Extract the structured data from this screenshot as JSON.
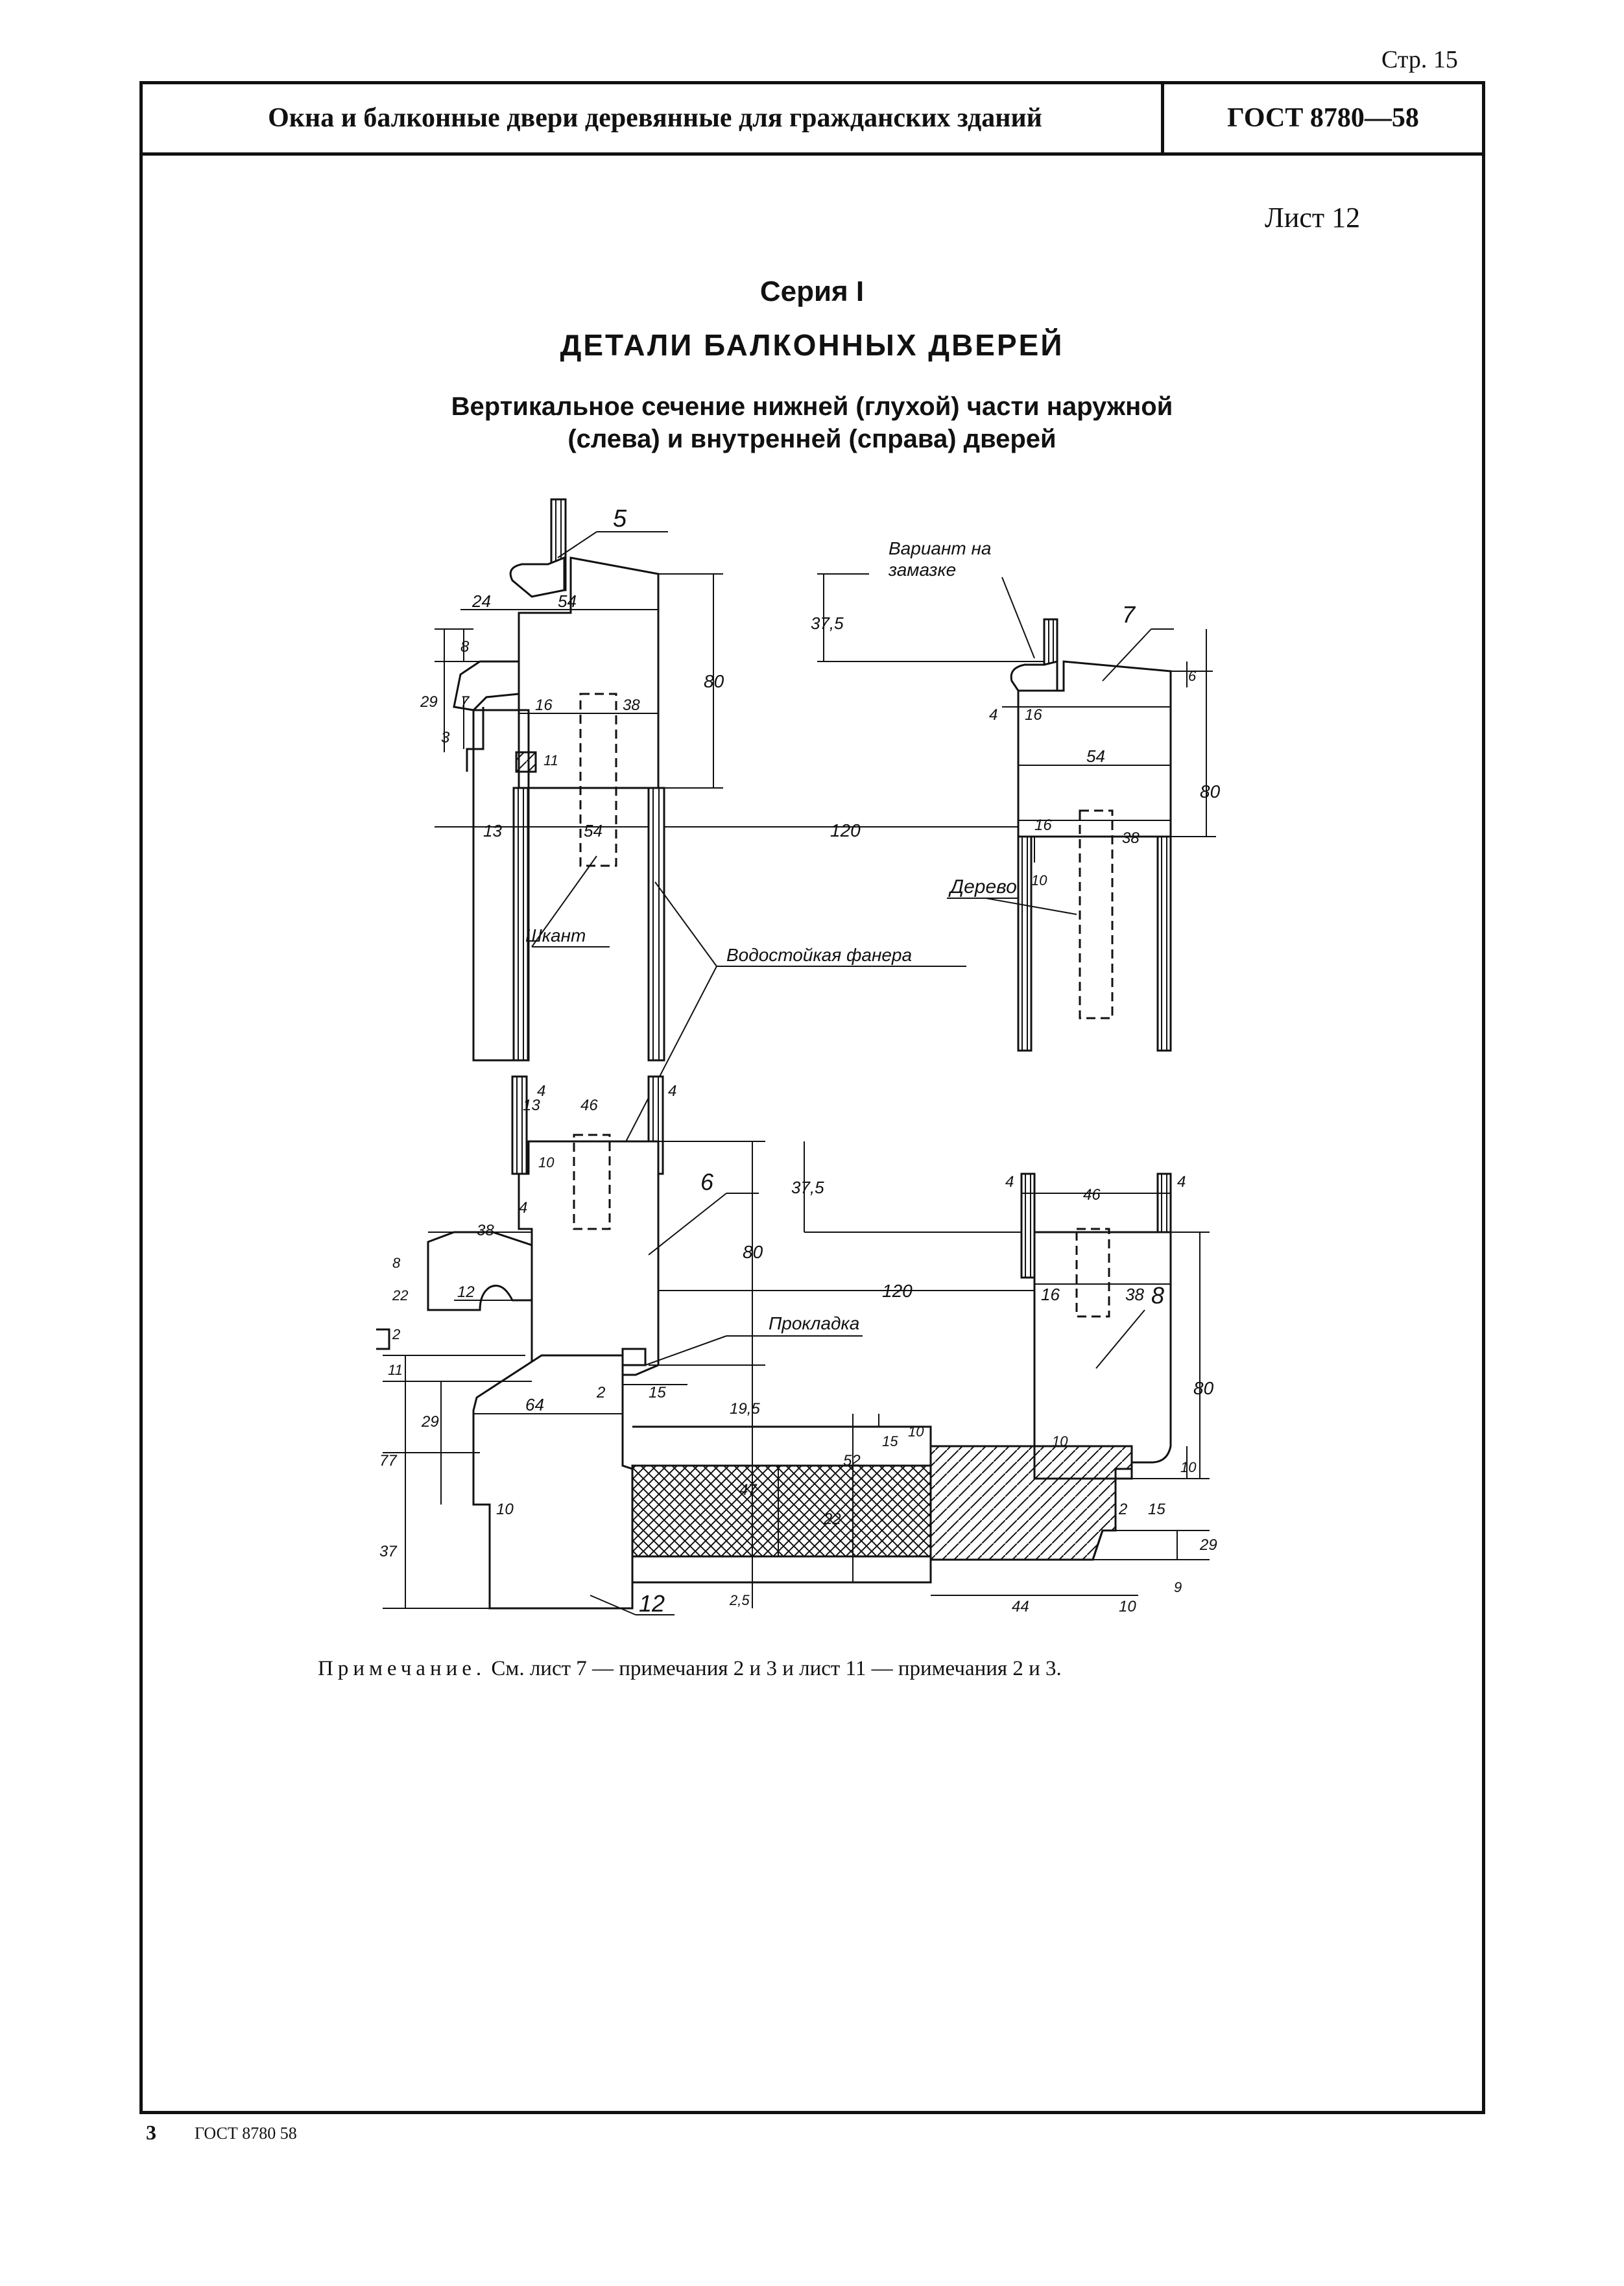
{
  "page_number": "Стр. 15",
  "header": {
    "title": "Окна и балконные двери деревянные для гражданских зданий",
    "code": "ГОСТ 8780—58"
  },
  "sheet": "Лист 12",
  "series": "Серия I",
  "heading": "ДЕТАЛИ БАЛКОННЫХ ДВЕРЕЙ",
  "subtitle": {
    "line1": "Вертикальное сечение нижней (глухой) части наружной",
    "line2": "(слева) и внутренней (справа) дверей"
  },
  "drawing": {
    "labels": {
      "part_5": "5",
      "part_6": "6",
      "part_7": "7",
      "part_8": "8",
      "part_12": "12",
      "variant_line1": "Вариант на",
      "variant_line2": "замазке",
      "dowel": "Шкант",
      "plywood": "Водостойкая фанера",
      "wood": "Дерево",
      "gasket": "Прокладка"
    },
    "dimensions": {
      "d24": "24",
      "d54_top": "54",
      "d8_top": "8",
      "d29_top": "29",
      "d7": "7",
      "d3": "3",
      "d16_top": "16",
      "d38_top": "38",
      "d11_top": "11",
      "d80_top": "80",
      "d13_top": "13",
      "d54_mid": "54",
      "d37_5_top": "37,5",
      "d120_top": "120",
      "d4_right": "4",
      "d16_right": "16",
      "d6_right": "6",
      "d54_right": "54",
      "d80_right": "80",
      "d16_right2": "16",
      "d38_right": "38",
      "d10_right": "10",
      "d13_b": "13",
      "d4_b1": "4",
      "d46_b": "46",
      "d4_b2": "4",
      "d10_b": "10",
      "d4_b3": "4",
      "d38_b": "38",
      "d8_b": "8",
      "d12_b": "12",
      "d22_b": "22",
      "d2_b": "2",
      "d11_b": "11",
      "d29_b": "29",
      "d77_b": "77",
      "d37_b": "37",
      "d64_b": "64",
      "d10_box": "10",
      "d2_b2": "2",
      "d15_b": "15",
      "d19_5_b": "19,5",
      "d80_b": "80",
      "d37_5_b": "37,5",
      "d120_b": "120",
      "d47_b": "47",
      "d52_b": "52",
      "d15_b2": "15",
      "d22_b2": "22",
      "d2_5_b": "2,5",
      "d10_b2": "10",
      "d4_br1": "4",
      "d46_br": "46",
      "d4_br2": "4",
      "d16_br": "16",
      "d38_br": "38",
      "d80_br": "80",
      "d10_br": "10",
      "d2_br": "2",
      "d15_br": "15",
      "d9_br": "9",
      "d29_br": "29",
      "d44_br": "44",
      "d10_br2": "10",
      "d10_br3": "10"
    }
  },
  "note": {
    "label": "Примечание.",
    "text": " См. лист 7 — примечания 2 и 3 и лист 11 — примечания 2 и 3."
  },
  "footer": {
    "page": "3",
    "code": "ГОСТ 8780 58"
  }
}
